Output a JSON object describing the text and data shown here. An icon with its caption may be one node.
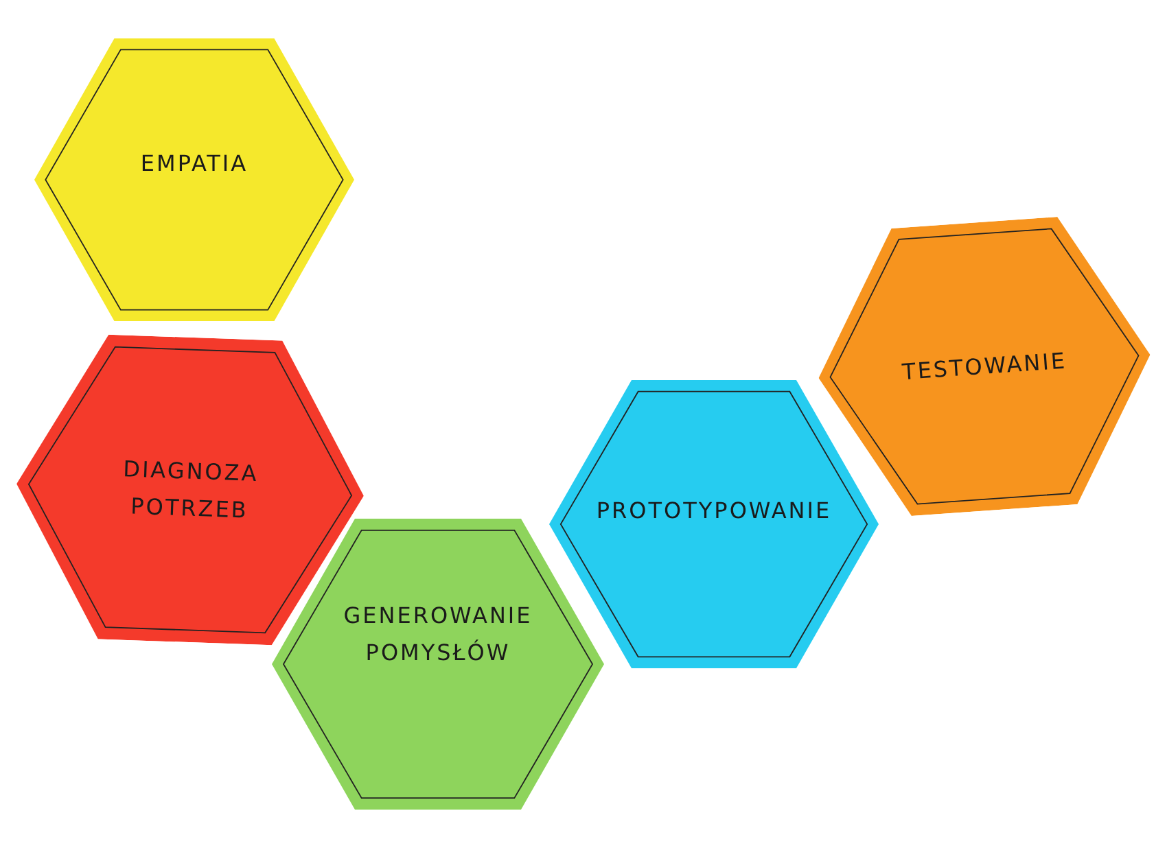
{
  "diagram": {
    "nodes": [
      {
        "text": [
          "EMPATIA"
        ]
      },
      {
        "text": [
          "DIAGNOZA POTRZEB"
        ]
      },
      {
        "text": [
          "GENEROWANIE POMYSŁÓW"
        ]
      },
      {
        "text": [
          "PROTOTYPOWANIE"
        ]
      },
      {
        "text": [
          "TESTOWANIE"
        ]
      }
    ]
  }
}
